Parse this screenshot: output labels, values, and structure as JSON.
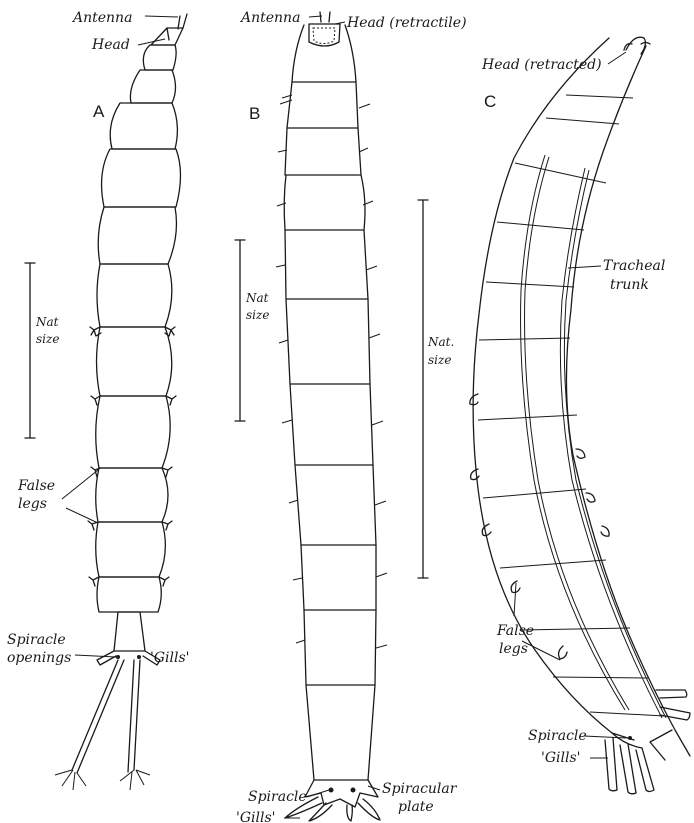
{
  "panels": {
    "a": {
      "letter": "A",
      "labels": {
        "antenna": "Antenna",
        "head": "Head",
        "scale_line1": "Nat",
        "scale_line2": "size",
        "false_legs_line1": "False",
        "false_legs_line2": "legs",
        "spiracle_openings_line1": "Spiracle",
        "spiracle_openings_line2": "openings",
        "gills": "'Gills'"
      }
    },
    "b": {
      "letter": "B",
      "labels": {
        "antenna": "Antenna",
        "head": "Head (retractile)",
        "scale_line1": "Nat",
        "scale_line2": "size",
        "spiracle": "Spiracle",
        "spiracular_plate_line1": "Spiracular",
        "spiracular_plate_line2": "plate",
        "gills": "'Gills'"
      }
    },
    "c": {
      "letter": "C",
      "labels": {
        "head": "Head (retracted)",
        "tracheal_trunk_line1": "Tracheal",
        "tracheal_trunk_line2": "trunk",
        "scale_line1": "Nat.",
        "scale_line2": "size",
        "false_legs_line1": "False",
        "false_legs_line2": "legs",
        "spiracle": "Spiracle",
        "gills": "'Gills'"
      }
    }
  }
}
